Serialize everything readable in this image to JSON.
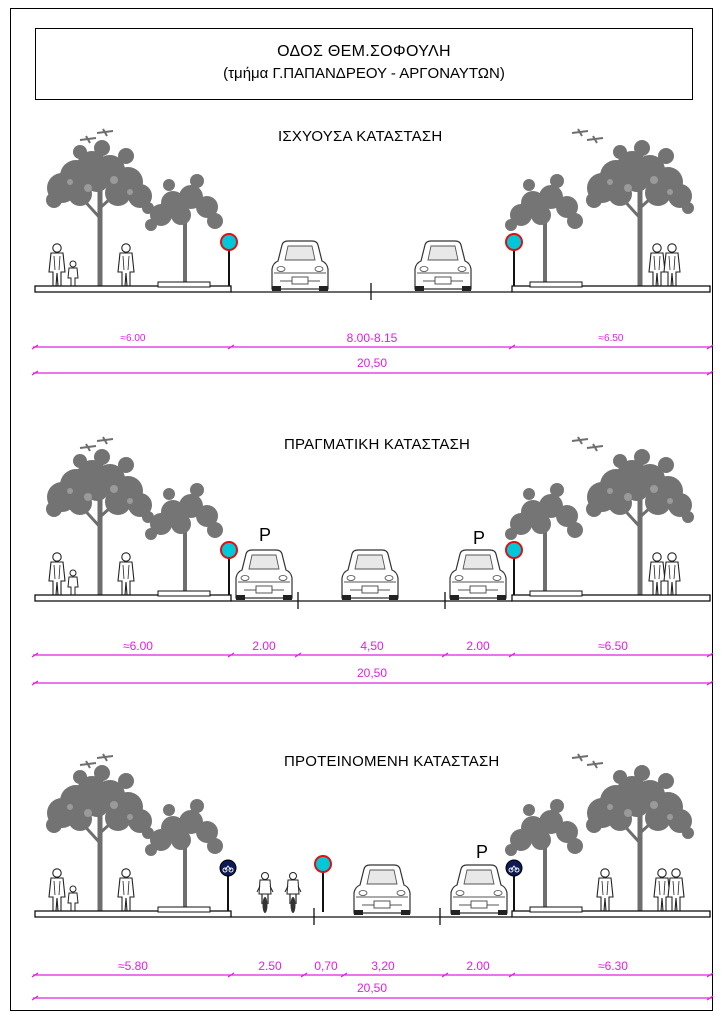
{
  "header": {
    "line1": "ΟΔΟΣ ΘΕΜ.ΣΟΦΟΥΛΗ",
    "line2": "(τμήμα Γ.ΠΑΠΑΝΔΡΕΟΥ - ΑΡΓΟΝΑΥΤΩΝ)"
  },
  "sections": [
    {
      "title": "ΙΣΧΥΟΥΣΑ ΚΑΤΑΣΤΑΣΗ",
      "dims": [
        "≈6.00",
        "8.00-8.15",
        "≈6.50"
      ],
      "total": "20,50"
    },
    {
      "title": "ΠΡΑΓΜΑΤΙΚΗ ΚΑΤΑΣΤΑΣΗ",
      "parking_label": "P",
      "dims": [
        "≈6.00",
        "2.00",
        "4,50",
        "2.00",
        "≈6.50"
      ],
      "total": "20,50"
    },
    {
      "title": "ΠΡΟΤΕΙΝΟΜΕΝΗ ΚΑΤΑΣΤΑΣΗ",
      "parking_label": "P",
      "dims": [
        "≈5.80",
        "2.50",
        "0,70",
        "3,20",
        "2.00",
        "≈6.30"
      ],
      "total": "20,50"
    }
  ],
  "colors": {
    "dimension": "#e020e0",
    "tree": "#6e6e6e",
    "sign": "#00c8d8",
    "sign_ring": "#e01010",
    "bike_sign": "#0d1a55"
  },
  "icons": [
    "tree-icon",
    "pedestrian-icon",
    "car-icon",
    "traffic-sign-icon",
    "bicycle-sign-icon",
    "cyclist-icon"
  ]
}
